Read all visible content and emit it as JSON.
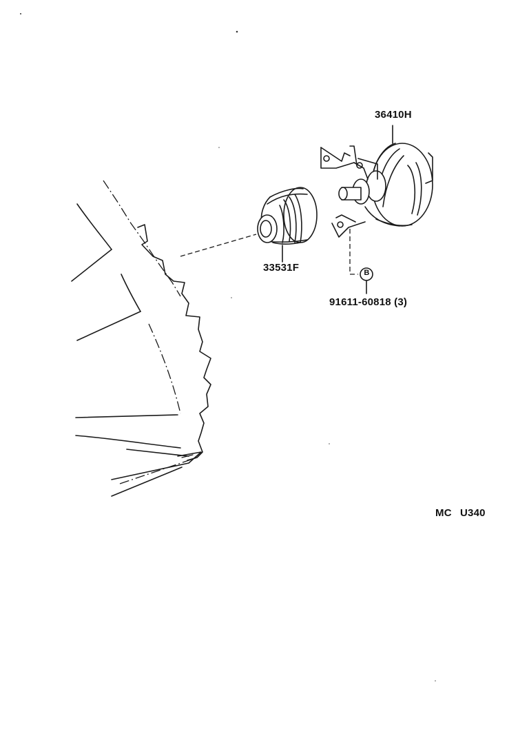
{
  "parts": {
    "booster": "36410H",
    "boot": "33531F",
    "bolt_symbol": "B",
    "bolt": "91611-60818 (3)"
  },
  "reference": {
    "prefix": "MC",
    "code": "U340"
  },
  "icons": {
    "booster": "brake-booster-icon",
    "boot": "rubber-boot-icon",
    "housing": "transmission-housing-icon",
    "callout": "circled-letter-b-icon"
  }
}
